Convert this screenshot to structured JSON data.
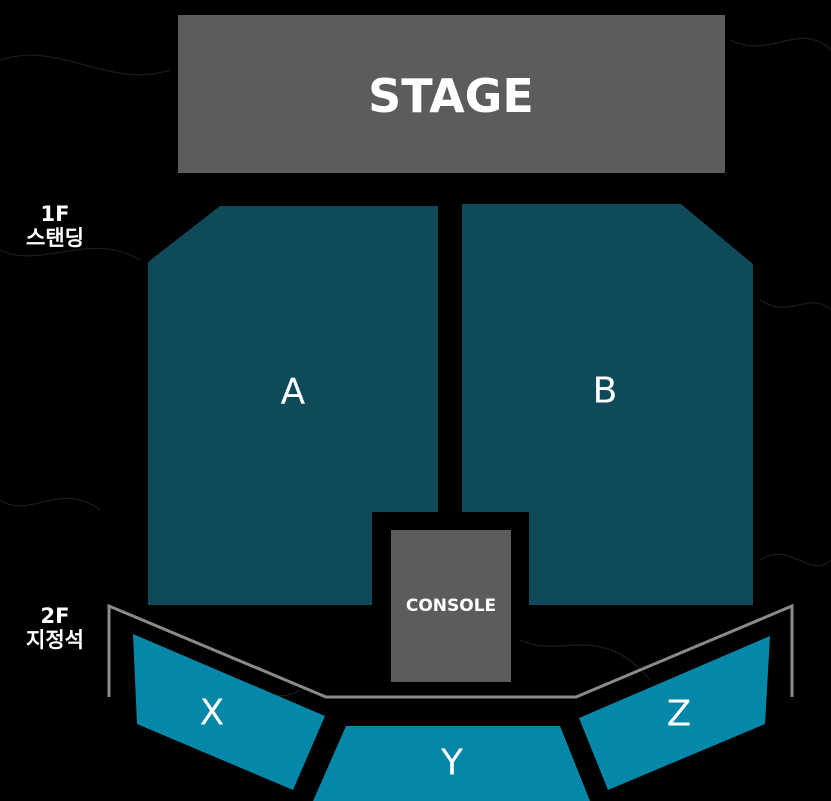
{
  "stage": {
    "label": "STAGE"
  },
  "floors": {
    "first": {
      "floor": "1F",
      "type": "스탠딩"
    },
    "second": {
      "floor": "2F",
      "type": "지정석"
    }
  },
  "console": {
    "label": "CONSOLE"
  },
  "sections": {
    "a": {
      "label": "A"
    },
    "b": {
      "label": "B"
    },
    "x": {
      "label": "X"
    },
    "y": {
      "label": "Y"
    },
    "z": {
      "label": "Z"
    }
  },
  "colors": {
    "background": "#000000",
    "stage": "#5c5c5c",
    "console": "#5c5c5c",
    "standing": "#0f4a5a",
    "seated": "#0588a8",
    "outline": "#8a8a8a",
    "text": "#ffffff"
  }
}
